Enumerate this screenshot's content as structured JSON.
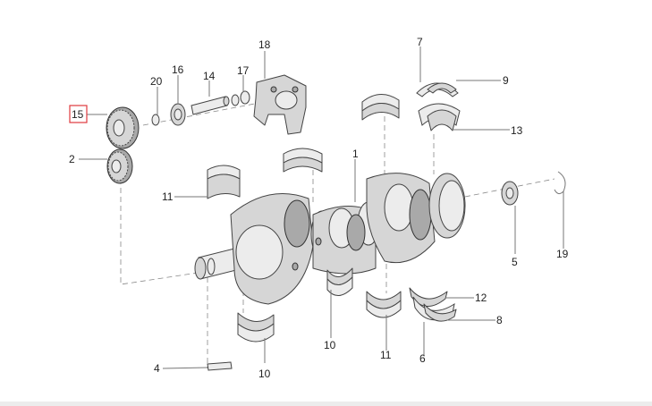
{
  "callouts": [
    {
      "id": "1",
      "label": "1"
    },
    {
      "id": "2",
      "label": "2"
    },
    {
      "id": "4",
      "label": "4"
    },
    {
      "id": "5",
      "label": "5"
    },
    {
      "id": "6",
      "label": "6"
    },
    {
      "id": "7",
      "label": "7"
    },
    {
      "id": "8",
      "label": "8"
    },
    {
      "id": "9",
      "label": "9"
    },
    {
      "id": "10a",
      "label": "10"
    },
    {
      "id": "10b",
      "label": "10"
    },
    {
      "id": "11a",
      "label": "11"
    },
    {
      "id": "11b",
      "label": "11"
    },
    {
      "id": "12",
      "label": "12"
    },
    {
      "id": "13",
      "label": "13"
    },
    {
      "id": "14",
      "label": "14"
    },
    {
      "id": "15",
      "label": "15"
    },
    {
      "id": "16",
      "label": "16"
    },
    {
      "id": "17",
      "label": "17"
    },
    {
      "id": "18",
      "label": "18"
    },
    {
      "id": "19",
      "label": "19"
    },
    {
      "id": "20",
      "label": "20"
    }
  ],
  "selected_callout": "15",
  "colors": {
    "highlight": "#e0393e",
    "part_fill": "#d6d6d6",
    "outline": "#444444",
    "leader": "#777777"
  }
}
